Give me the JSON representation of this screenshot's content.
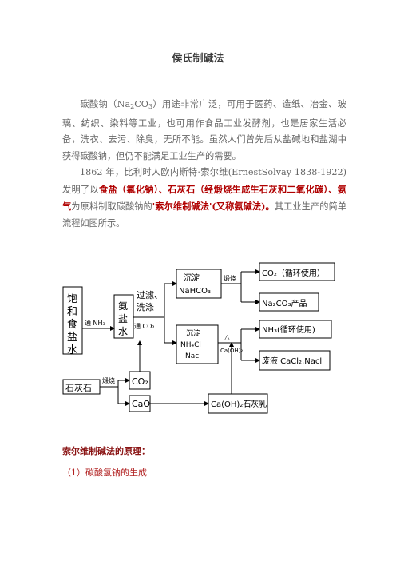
{
  "title": "侯氏制碱法",
  "paragraph1": {
    "pre": "碳酸钠（Na",
    "sub2": "2",
    "mid": "CO",
    "sub3": "3",
    "post": "）用途非常广泛，可用于医药、造纸、冶金、玻璃、纺织、染料等工业，也可用作食品工业发酵剂，也是居家生活必备，洗衣、去污、除臭，无所不能。虽然人们曾先后从盐碱地和盐湖中获得碳酸钠，但仍不能满足工业生产的需要。"
  },
  "paragraph2": {
    "part1": "1862 年，比利时人欧内斯特·索尔维(ErnestSolvay 1838-1922)发明了以",
    "red1": "食盐（氯化钠）、石灰石（经煅烧生成生石灰和二氧化碳）、氨气",
    "part2": "为原料制取碳酸钠的",
    "red2": "'索尔维制碱法'(又称氨碱法)。",
    "part3": "其工业生产的简单流程如图所示。"
  },
  "diagram": {
    "saturated_brine": [
      "饱",
      "和",
      "食",
      "盐",
      "水"
    ],
    "nh3_in": "通 NH₃",
    "ammonia_brine": [
      "氨",
      "盐",
      "水"
    ],
    "filter_wash": [
      "过滤、",
      "洗涤"
    ],
    "co2_in": "通 CO₂",
    "precipitate1": [
      "沉淀",
      "NaHCO₃"
    ],
    "calcine1": "煅烧",
    "co2_recycle": "CO₂（循环使用）",
    "na2co3_product": "Na₂CO₃产品",
    "precipitate2": [
      "沉淀",
      "NH₄Cl",
      "Nacl"
    ],
    "delta": "△",
    "caoh2": "Ca(OH)₂",
    "nh3_recycle": "NH₃(循环使用)",
    "waste_liquid": "废液 CaCl₂,Nacl",
    "limestone": "石灰石",
    "calcine2": "煅烧",
    "co2_box": "CO₂",
    "cao_box": "CaO",
    "limewater": "Ca(OH)₂石灰乳"
  },
  "heading2": "索尔维制碱法的原理：",
  "subheading1": "（1）碳酸氢钠的生成"
}
